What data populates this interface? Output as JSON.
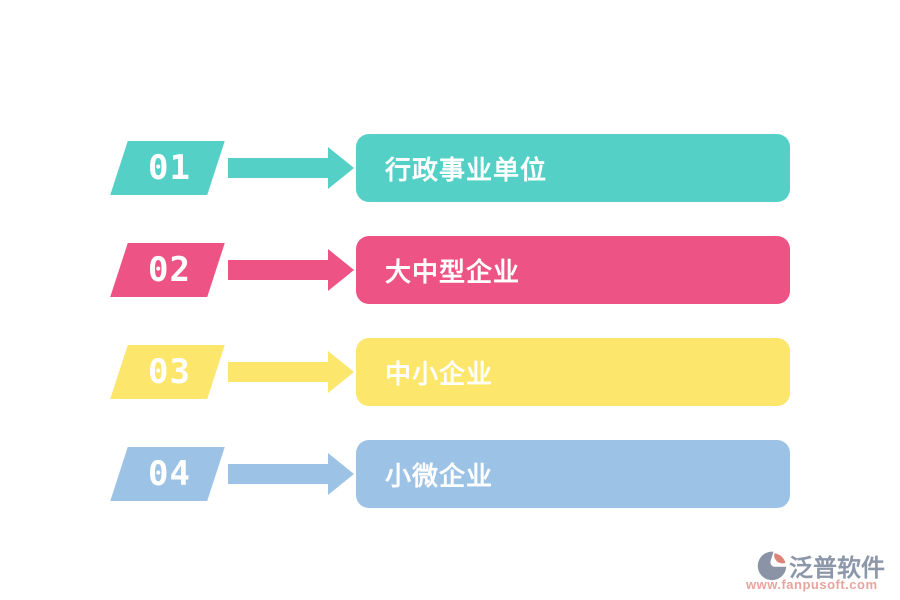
{
  "rows": [
    {
      "number": "01",
      "label": "行政事业单位",
      "color": "#54D0C7"
    },
    {
      "number": "02",
      "label": "大中型企业",
      "color": "#ED5384"
    },
    {
      "number": "03",
      "label": "中小企业",
      "color": "#FCE66C"
    },
    {
      "number": "04",
      "label": "小微企业",
      "color": "#9CC3E6"
    }
  ],
  "watermark": {
    "brand": "泛普软件",
    "url": "www.fanpusoft.com",
    "brand_color": "#8D97AA",
    "url_color": "#E9A49E",
    "logo_gray": "#8A94A6",
    "logo_coral": "#DC8478"
  }
}
